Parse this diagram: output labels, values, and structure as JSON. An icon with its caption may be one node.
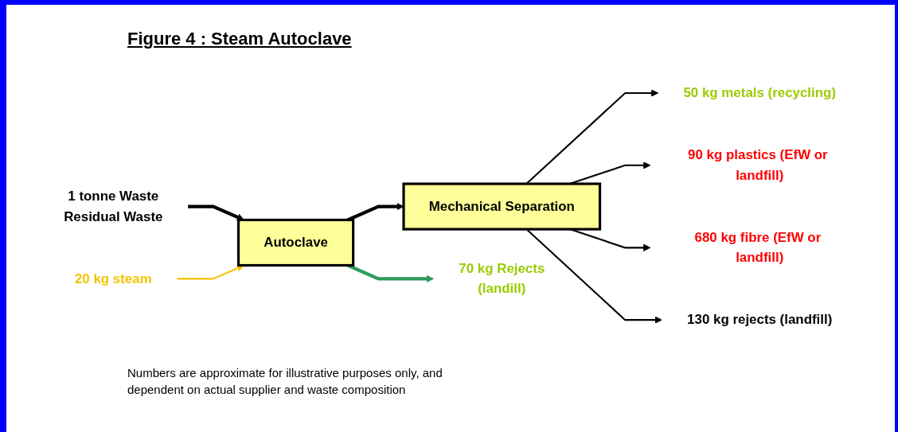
{
  "diagram": {
    "title": "Figure 4 : Steam Autoclave",
    "nodes": [
      {
        "text": [
          "1 tonne Waste",
          "Residual Waste"
        ]
      },
      {
        "text": [
          "20 kg steam"
        ]
      },
      {
        "text": [
          "Autoclave"
        ]
      },
      {
        "text": [
          "Mechanical Separation"
        ]
      },
      {
        "text": [
          "70 kg Rejects",
          "(landill)"
        ]
      },
      {
        "text": [
          "50 kg metals (recycling)"
        ]
      },
      {
        "text": [
          "90 kg plastics (EfW or landfill)"
        ]
      },
      {
        "text": [
          "680 kg fibre (EfW or landfill)"
        ]
      },
      {
        "text": [
          "130 kg rejects (landfill)"
        ]
      }
    ],
    "edges": [
      {
        "from": 0,
        "to": 2,
        "arrow": "to",
        "style": "thick"
      },
      {
        "from": 1,
        "to": 2,
        "arrow": "to",
        "color": "#f5c400"
      },
      {
        "from": 2,
        "to": 3,
        "arrow": "to",
        "style": "thick"
      },
      {
        "from": 2,
        "to": 4,
        "arrow": "to",
        "style": "thick",
        "color": "#2e9a5e"
      },
      {
        "from": 3,
        "to": 5,
        "arrow": "to"
      },
      {
        "from": 3,
        "to": 6,
        "arrow": "to"
      },
      {
        "from": 3,
        "to": 7,
        "arrow": "to"
      },
      {
        "from": 3,
        "to": 8,
        "arrow": "to"
      }
    ],
    "labels": [
      "Numbers are approximate for illustrative purposes only, and dependent on actual supplier and waste composition"
    ]
  }
}
